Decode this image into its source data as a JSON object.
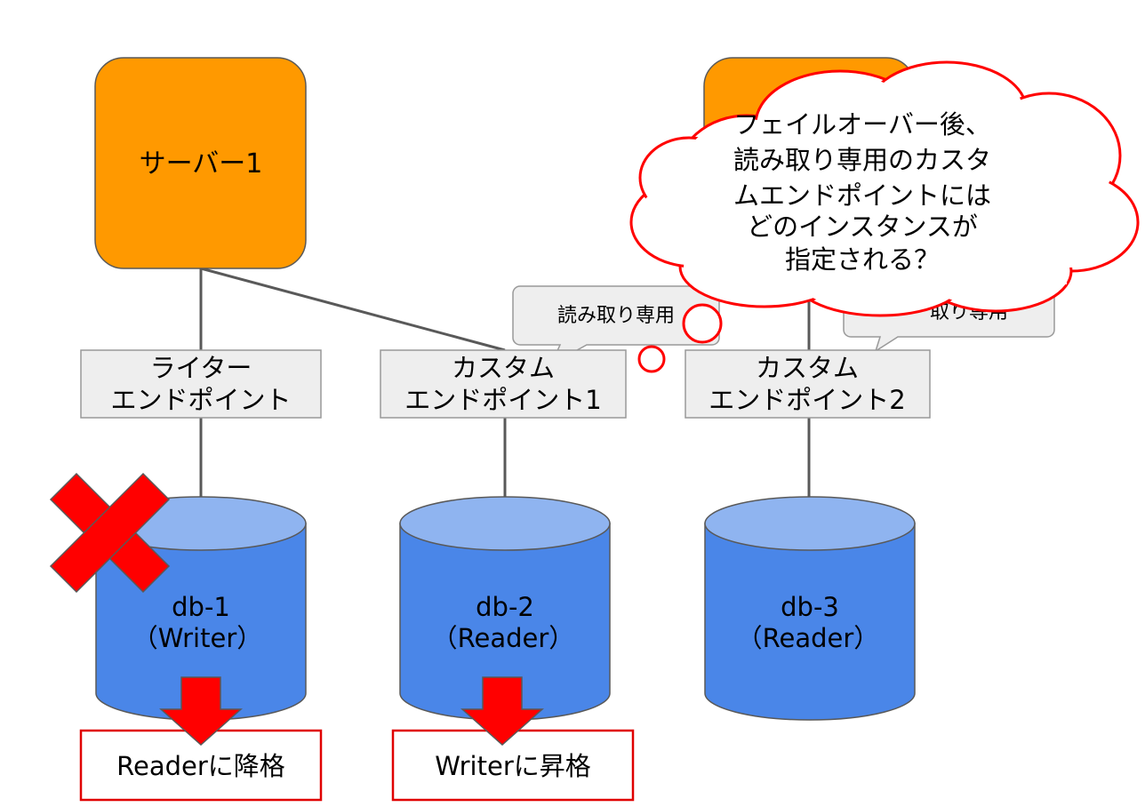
{
  "servers": {
    "server1": {
      "label": "サーバー1"
    }
  },
  "endpoints": {
    "writer": {
      "lines": [
        "ライター",
        "エンドポイント"
      ]
    },
    "custom1": {
      "lines": [
        "カスタム",
        "エンドポイント1"
      ]
    },
    "custom2": {
      "lines": [
        "カスタム",
        "エンドポイント2"
      ]
    }
  },
  "callouts": {
    "readonly1": "読み取り専用",
    "readonly2": "取り専用"
  },
  "thought": {
    "lines": [
      "フェイルオーバー後、",
      "読み取り専用のカスタ",
      "ムエンドポイントには",
      "どのインスタンスが",
      "指定される？"
    ]
  },
  "databases": {
    "db1": {
      "name": "db-1",
      "role": "（Writer）"
    },
    "db2": {
      "name": "db-2",
      "role": "（Reader）"
    },
    "db3": {
      "name": "db-3",
      "role": "（Reader）"
    }
  },
  "status": {
    "db1": "Readerに降格",
    "db2": "Writerに昇格"
  },
  "colors": {
    "server": "#ff9900",
    "db_body": "#4a86e8",
    "db_top": "#8fb4f0",
    "endpoint_fill": "#eeeeee",
    "connector": "#595959",
    "alert_red": "#ff0000"
  }
}
